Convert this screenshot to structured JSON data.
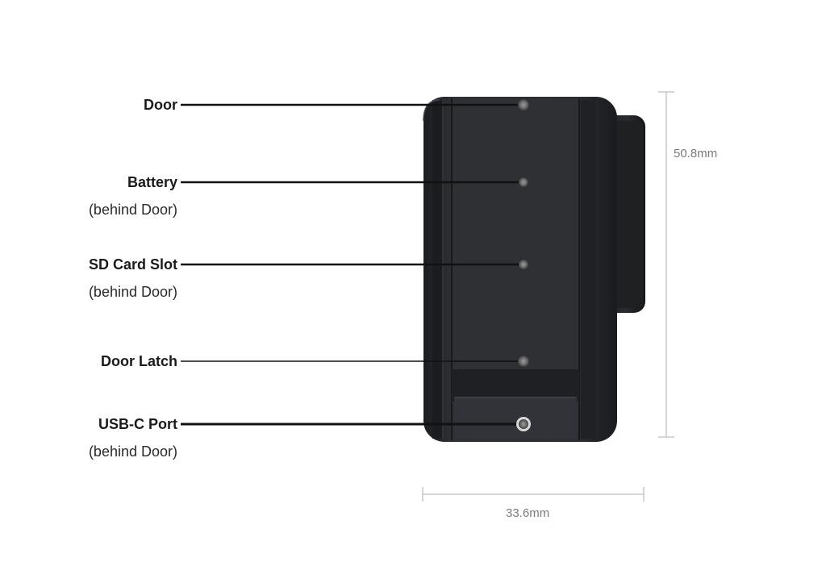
{
  "callouts": [
    {
      "label": "Door",
      "sub": ""
    },
    {
      "label": "Battery",
      "sub": "(behind Door)"
    },
    {
      "label": "SD Card Slot",
      "sub": "(behind Door)"
    },
    {
      "label": "Door Latch",
      "sub": ""
    },
    {
      "label": "USB-C Port",
      "sub": "(behind Door)"
    }
  ],
  "dimensions": {
    "height": "50.8mm",
    "width": "33.6mm"
  },
  "colors": {
    "leader_line": "#111111",
    "dimension_line": "#c8c8c8",
    "camera_body": "#2a2b2e",
    "camera_edge": "#141416"
  }
}
